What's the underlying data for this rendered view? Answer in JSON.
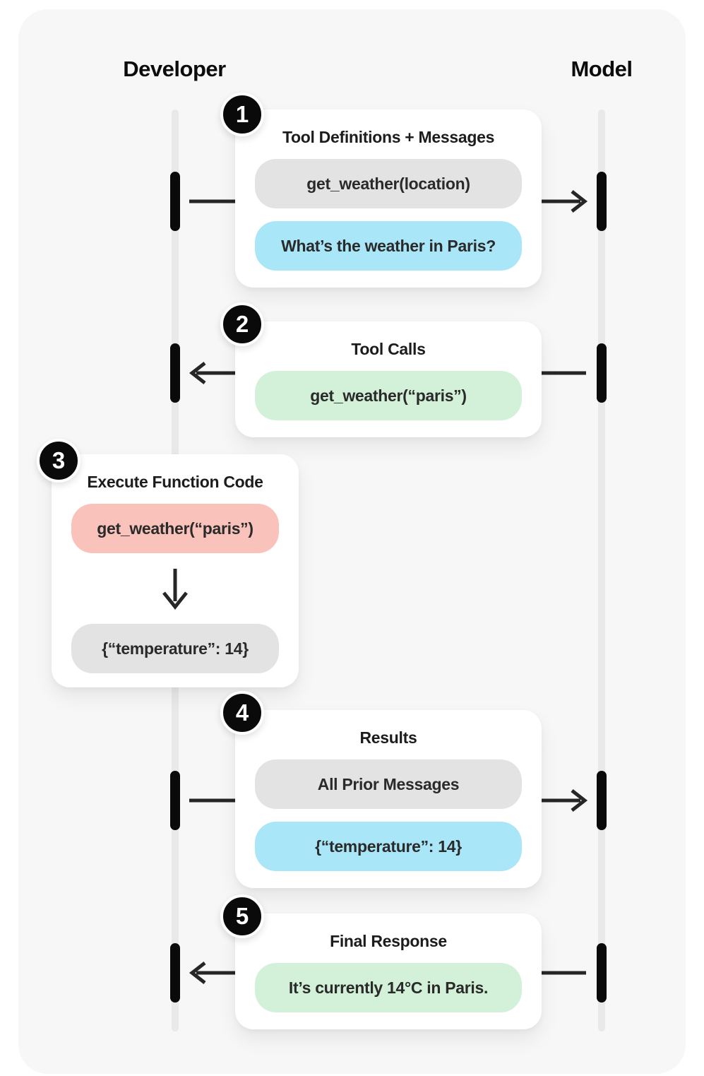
{
  "diagram": {
    "left_actor": "Developer",
    "right_actor": "Model",
    "colors": {
      "panel": "#f7f7f7",
      "card": "#ffffff",
      "line": "#e9e9e9",
      "black": "#0a0a0a",
      "gray_pill": "#e3e3e3",
      "blue_pill": "#a9e6f8",
      "green_pill": "#d2f1d8",
      "red_pill": "#f9c3bc"
    },
    "steps": [
      {
        "badge": "1",
        "title": "Tool Definitions + Messages",
        "arrow": "developer-to-model",
        "pills": [
          {
            "color": "gray",
            "text": "get_weather(location)"
          },
          {
            "color": "blue",
            "text": "What’s the weather in Paris?"
          }
        ]
      },
      {
        "badge": "2",
        "title": "Tool Calls",
        "arrow": "model-to-developer",
        "pills": [
          {
            "color": "green",
            "text": "get_weather(“paris”)"
          }
        ]
      },
      {
        "badge": "3",
        "title": "Execute Function Code",
        "arrow": "down",
        "pills": [
          {
            "color": "red",
            "text": "get_weather(“paris”)"
          },
          {
            "color": "gray",
            "text": "{“temperature”: 14}"
          }
        ]
      },
      {
        "badge": "4",
        "title": "Results",
        "arrow": "developer-to-model",
        "pills": [
          {
            "color": "gray",
            "text": "All Prior Messages"
          },
          {
            "color": "blue",
            "text": "{“temperature”: 14}"
          }
        ]
      },
      {
        "badge": "5",
        "title": "Final Response",
        "arrow": "model-to-developer",
        "pills": [
          {
            "color": "green",
            "text": "It’s currently 14°C in Paris."
          }
        ]
      }
    ]
  }
}
